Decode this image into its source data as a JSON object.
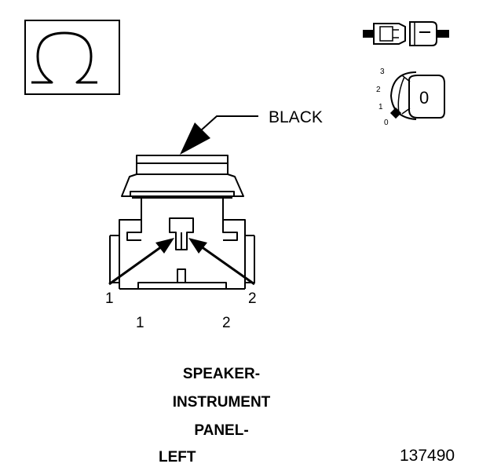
{
  "ohm_symbol": "Ω",
  "wire_color_label": "BLACK",
  "arrow_pin_labels": [
    "1",
    "2"
  ],
  "cavity_numbers": [
    "1",
    "2"
  ],
  "ignition_positions": [
    "3",
    "2",
    "1",
    "0"
  ],
  "key_label": "0",
  "caption_lines": [
    "SPEAKER-",
    "INSTRUMENT",
    "PANEL-",
    "LEFT"
  ],
  "figure_number": "137490"
}
